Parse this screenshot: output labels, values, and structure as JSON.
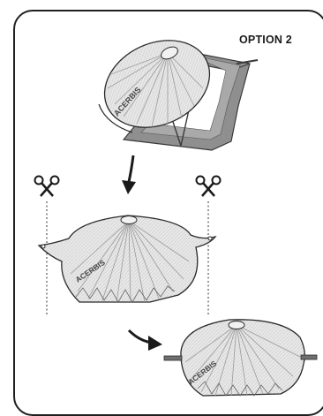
{
  "option_label": "OPTION 2",
  "brand_text": "ACERBIS",
  "steps": [
    {
      "name": "cover-on-filter-cage"
    },
    {
      "name": "cut-cover-sides"
    },
    {
      "name": "cover-trimmed"
    }
  ],
  "colors": {
    "line": "#2a2a2a",
    "cover_fill": "#e6e6e6",
    "cover_shadow": "#cfcfcf",
    "cage_fill": "#8c8c8c",
    "cage_dark": "#6e6e6e"
  },
  "icons": [
    "scissors-icon",
    "scissors-icon",
    "arrow-down-icon",
    "curved-arrow-icon"
  ]
}
